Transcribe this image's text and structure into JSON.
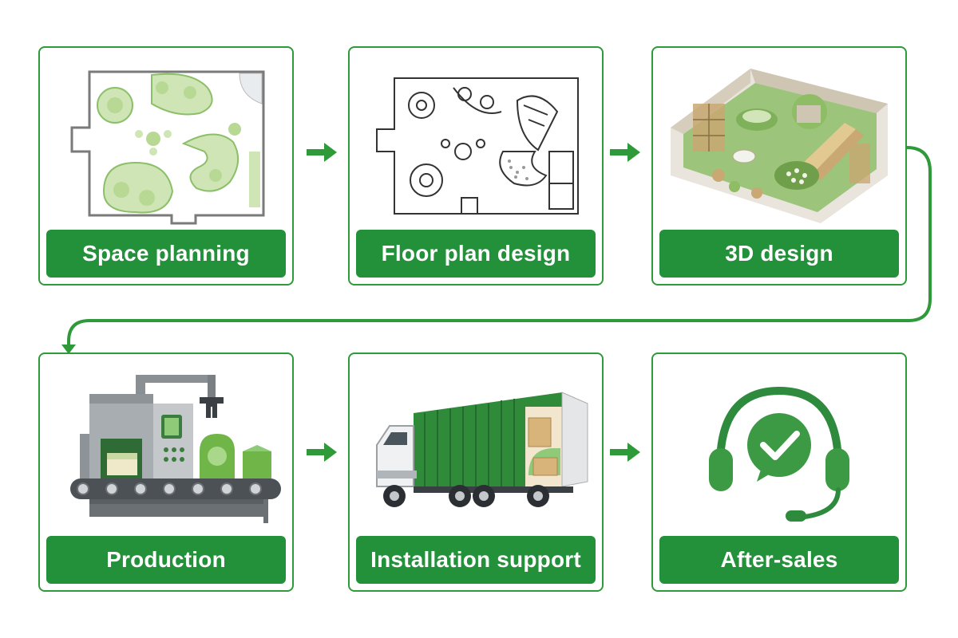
{
  "colors": {
    "brand_green": "#22913a",
    "border_green": "#2f9a3a",
    "light_green": "#a8d08d",
    "pale_green": "#d8ebc8"
  },
  "steps": [
    {
      "label": "Space planning",
      "icon": "space-planning-sketch"
    },
    {
      "label": "Floor plan design",
      "icon": "floor-plan-drawing"
    },
    {
      "label": "3D design",
      "icon": "3d-room-render"
    },
    {
      "label": "Production",
      "icon": "factory-conveyor"
    },
    {
      "label": "Installation support",
      "icon": "delivery-truck"
    },
    {
      "label": "After-sales",
      "icon": "headset-check"
    }
  ]
}
